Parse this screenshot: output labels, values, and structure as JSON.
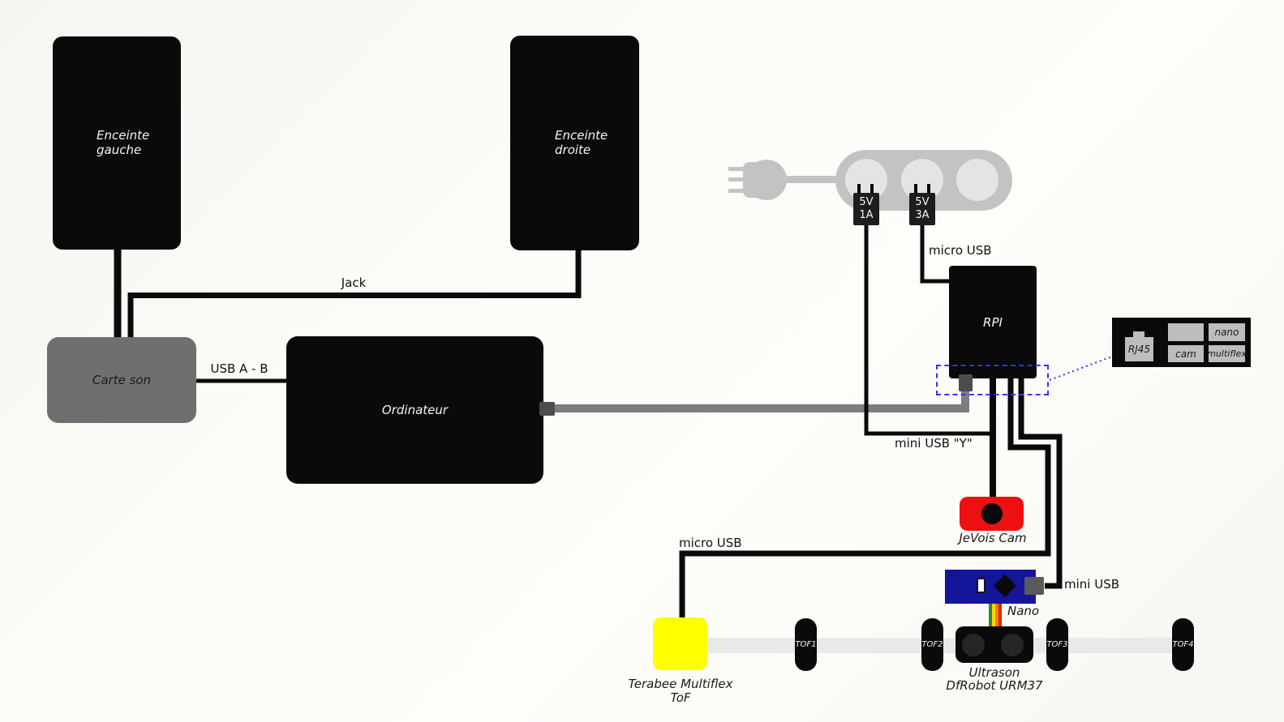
{
  "colors": {
    "black": "#0a0a0a",
    "soundcard-gray": "#6f6f6f",
    "strip-gray": "#c3c3c3",
    "socket-gray": "#e4e4e4",
    "cable-gray": "#7d7d7d",
    "connector-gray": "#4d4d4d",
    "nano-connector-gray": "#595959",
    "jevois-red": "#ee1010",
    "nano-blue": "#15159c",
    "terabee-yellow": "#ffff00",
    "bar-gray": "#e9e9e9",
    "chip-gray": "#bdbdbd",
    "callout-blue": "#3535ff",
    "urm-eye": "#262626",
    "ribbon-green": "#2e8b2e",
    "ribbon-yellow": "#ffd400",
    "ribbon-orange": "#ff7a00",
    "ribbon-red": "#d42a00"
  },
  "components": {
    "speaker_left": {
      "line1": "Enceinte",
      "line2": "gauche"
    },
    "speaker_right": {
      "line1": "Enceinte",
      "line2": "droite"
    },
    "sound_card": {
      "label": "Carte son"
    },
    "computer": {
      "label": "Ordinateur"
    },
    "rpi": {
      "label": "RPI"
    },
    "adapter_1": {
      "line1": "5V",
      "line2": "1A"
    },
    "adapter_2": {
      "line1": "5V",
      "line2": "3A"
    },
    "jevois": {
      "label": "JeVois Cam"
    },
    "nano": {
      "label": "Nano"
    },
    "terabee": {
      "line1": "Terabee Multiflex",
      "line2": "ToF"
    },
    "ultrason": {
      "line1": "Ultrason",
      "line2": "DfRobot URM37"
    },
    "tofs": [
      {
        "label": "TOF1"
      },
      {
        "label": "TOF2"
      },
      {
        "label": "TOF3"
      },
      {
        "label": "TOF4"
      }
    ],
    "legend": {
      "rj45": "RJ45",
      "cam": "cam",
      "nano": "nano",
      "multiflex": "multiflex"
    }
  },
  "wire_labels": {
    "jack": "Jack",
    "usb_ab": "USB A - B",
    "micro_usb_rpi": "micro USB",
    "mini_usb_y": "mini USB \"Y\"",
    "micro_usb_terabee": "micro USB",
    "mini_usb_nano": "mini USB"
  }
}
